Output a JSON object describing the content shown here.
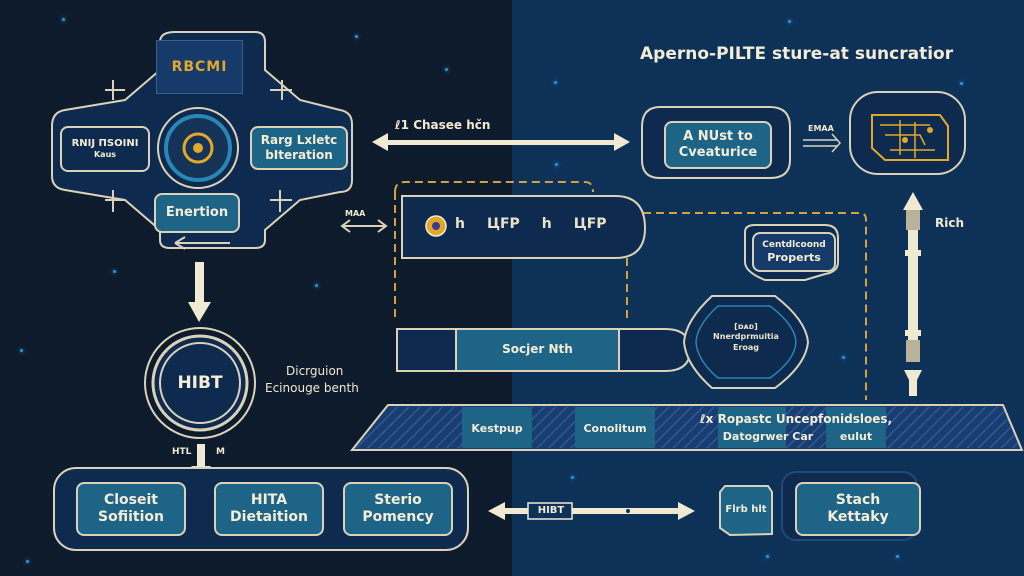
{
  "title": "Aperno-PILTE sture-at suncratior",
  "left_cluster": {
    "top_panel_label": "RBCMI",
    "left_box": {
      "line1": "RNIJ ПSOINI",
      "line2": "Kaus"
    },
    "right_box": {
      "line1": "Rarg Lxletc",
      "line2": "bIteration"
    },
    "bottom_box": "Enertion"
  },
  "top_arrow_label": "ℓ1 Chasee hčn",
  "arrow_label_small_left": "MAA",
  "token_strip": {
    "items": [
      "h",
      "ЦFP",
      "h",
      "ЦFP"
    ]
  },
  "right_top": {
    "box1": {
      "line1": "A NUst to",
      "line2": "Cveaturice"
    },
    "arrow_label": "ЕМАА",
    "map_icon": "circuit-map-icon"
  },
  "vertical_arrow_label": "Rich",
  "mid_right": {
    "properties_box": {
      "line1": "Centdlcoond",
      "line2": "Properts"
    },
    "octagon_box": {
      "line1": "[ɒᴀᴅ]",
      "line2": "Nnerdprmuitia",
      "line3": "Eroag"
    }
  },
  "bar_box": "Socjer Nth",
  "hibt_circle": {
    "label": "HIBT",
    "side_text_line1": "Dicrguion",
    "side_text_line2": "Ecinouge benth",
    "down_arrow_left_label": "HTL",
    "down_arrow_right_label": "M"
  },
  "ribbon": {
    "cells": [
      "Kestpup",
      "Conolitum",
      "Datogrwer Car",
      "eulut"
    ],
    "overflow_text": "ℓx Ropastc Uncepfonidsloes,"
  },
  "bottom_group": [
    {
      "line1": "Closeit",
      "line2": "Sofiition"
    },
    {
      "line1": "HITA",
      "line2": "Dietaition"
    },
    {
      "line1": "Sterio",
      "line2": "Pomency"
    }
  ],
  "bottom_arrow_label": "HIBT",
  "bottom_right": {
    "small_box": "Flrb hlt",
    "big_box": {
      "line1": "Stach",
      "line2": "Kettaky"
    }
  }
}
